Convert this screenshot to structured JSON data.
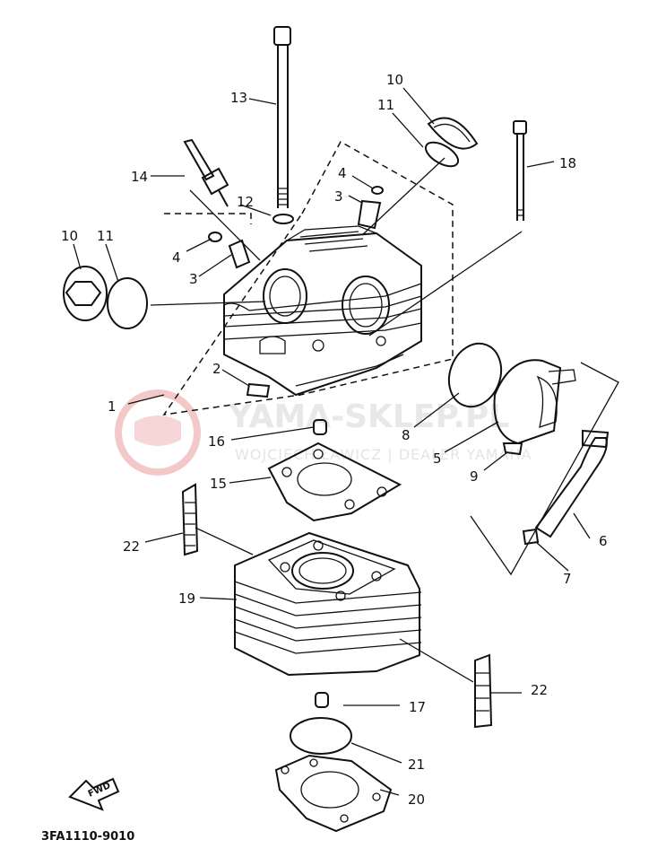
{
  "diagram_code": "3FA1110-9010",
  "watermark": {
    "brand": "YAMA-SKLEP.PL",
    "dealer": "WOJCIECH ŁAWICZ | DEALER YAMAHA"
  },
  "forward_arrow_label": "FWD",
  "callouts": {
    "c1": "1",
    "c2": "2",
    "c3a": "3",
    "c3b": "3",
    "c4a": "4",
    "c4b": "4",
    "c5": "5",
    "c6": "6",
    "c7": "7",
    "c8": "8",
    "c9": "9",
    "c10a": "10",
    "c10b": "10",
    "c11a": "11",
    "c11b": "11",
    "c12": "12",
    "c13": "13",
    "c14": "14",
    "c15": "15",
    "c16": "16",
    "c17": "17",
    "c18": "18",
    "c19": "19",
    "c20": "20",
    "c21": "21",
    "c22a": "22",
    "c22b": "22"
  }
}
